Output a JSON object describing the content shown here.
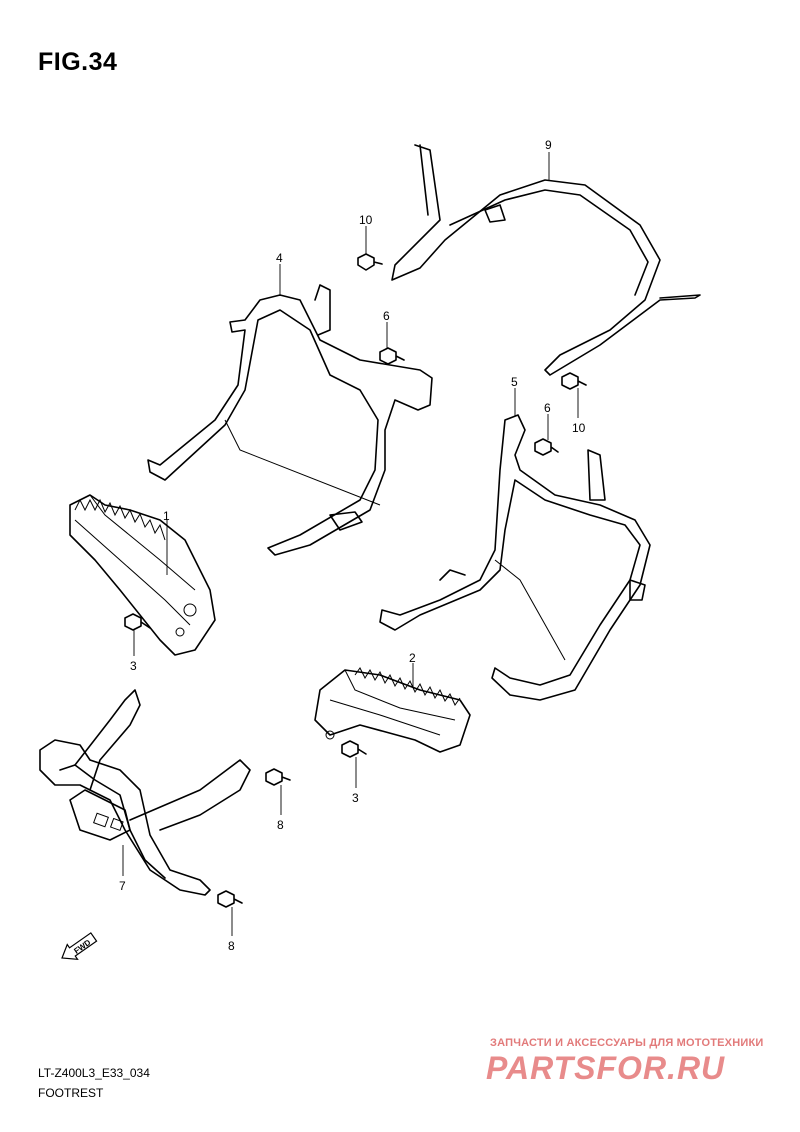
{
  "figure": {
    "title": "FIG.34",
    "code": "LT-Z400L3_E33_034",
    "name": "FOOTREST"
  },
  "callouts": {
    "c1": "1",
    "c2": "2",
    "c3a": "3",
    "c3b": "3",
    "c4": "4",
    "c5": "5",
    "c6a": "6",
    "c6b": "6",
    "c7": "7",
    "c8a": "8",
    "c8b": "8",
    "c9": "9",
    "c10a": "10",
    "c10b": "10"
  },
  "fwd_label": "FWD",
  "watermark": {
    "tagline": "ЗАПЧАСТИ И АКСЕССУАРЫ ДЛЯ МОТОТЕХНИКИ",
    "logo": "PARTSFOR.RU"
  }
}
